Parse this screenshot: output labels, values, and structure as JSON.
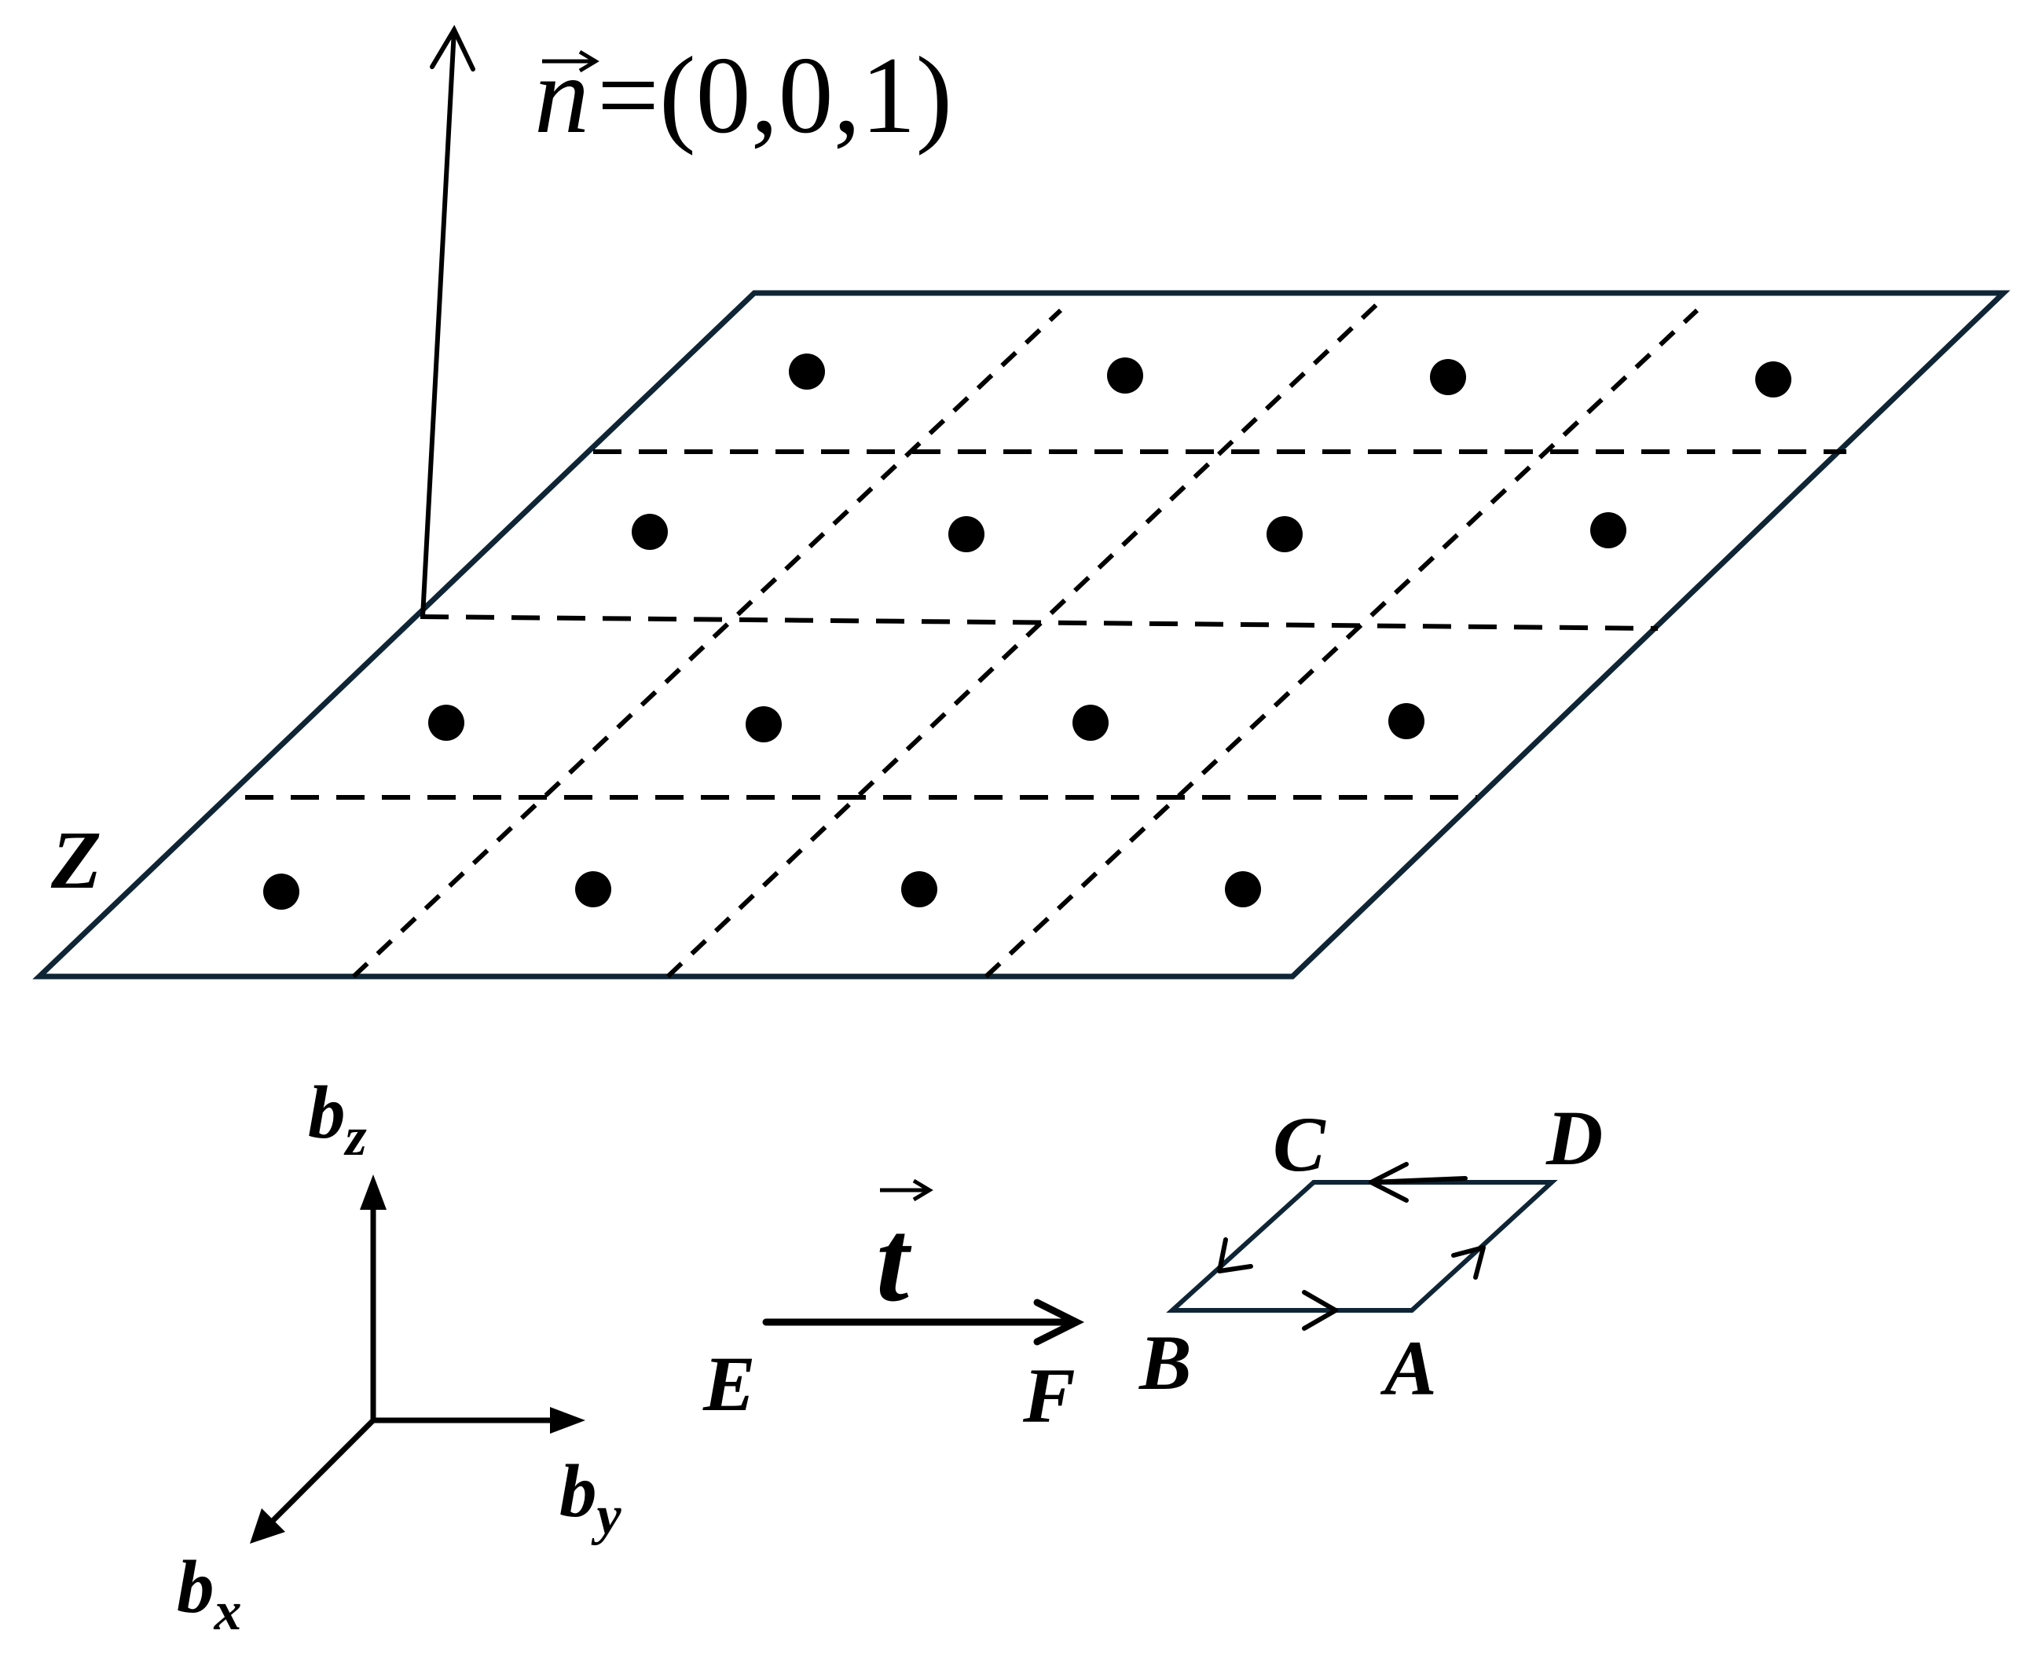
{
  "normal_vector": {
    "symbol": "n",
    "value": "=(0,0,1)"
  },
  "plane_label": "Z",
  "axes": {
    "z": {
      "base": "b",
      "sub": "z"
    },
    "y": {
      "base": "b",
      "sub": "y"
    },
    "x": {
      "base": "b",
      "sub": "x"
    }
  },
  "translation_vector": {
    "symbol": "t",
    "start_label": "E",
    "end_label": "F"
  },
  "loop": {
    "labels": {
      "A": "A",
      "B": "B",
      "C": "C",
      "D": "D"
    }
  },
  "colors": {
    "plane_edge": "#0f2535",
    "ink": "#000000",
    "background": "#ffffff"
  }
}
